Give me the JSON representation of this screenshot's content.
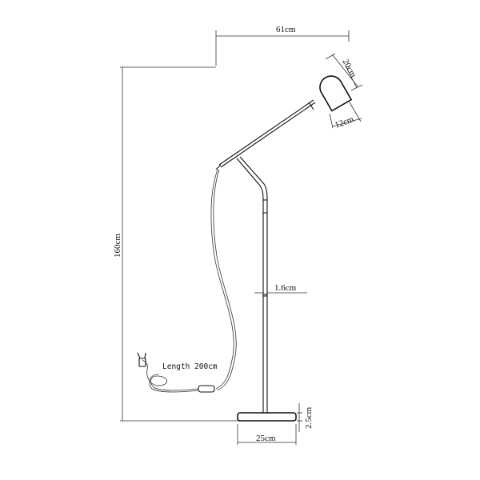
{
  "dimensions": {
    "arm_width": "61cm",
    "shade_height": "20cm",
    "shade_diameter": "12cm",
    "total_height": "160cm",
    "pole_diameter": "1.6cm",
    "base_height": "2.5cm",
    "base_width": "25cm",
    "cable_length": "Length 200cm"
  }
}
